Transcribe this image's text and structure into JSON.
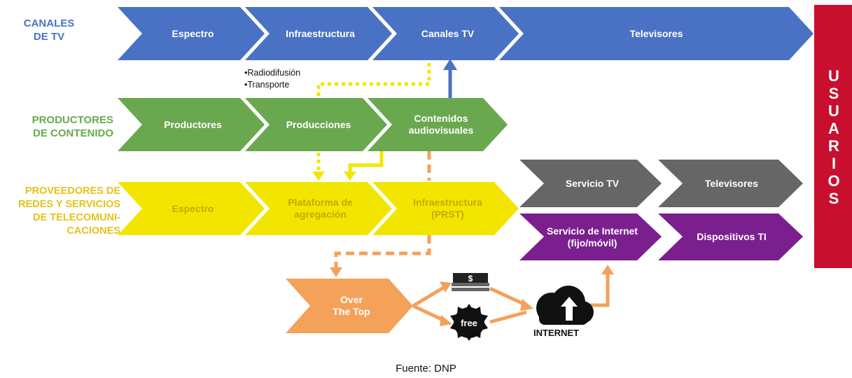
{
  "rows": {
    "canales_tv": "CANALES\nDE TV",
    "productores": "PRODUCTORES\nDE CONTENIDO",
    "proveedores": "PROVEEDORES DE\nREDES Y SERVICIOS\nDE TELECOMUNI-\nCACIONES"
  },
  "tv_chain": [
    "Espectro",
    "Infraestructura",
    "Canales TV",
    "Televisores"
  ],
  "content_chain": [
    "Productores",
    "Producciones",
    "Contenidos\naudiovisuales"
  ],
  "network_chain": [
    "Espectro",
    "Plataforma de\nagregación",
    "Infraestructura\n(PRST)"
  ],
  "services": {
    "tv": "Servicio TV",
    "tv_devices": "Televisores",
    "internet": "Servicio de Internet\n(fijo/móvil)",
    "internet_devices": "Dispositivos TI"
  },
  "notes": "•Radiodifusión\n•Transporte",
  "ott": "Over\nThe Top",
  "paid_symbol": "$",
  "free_label": "free",
  "internet_label": "INTERNET",
  "users_letters": [
    "U",
    "S",
    "U",
    "A",
    "R",
    "I",
    "O",
    "S"
  ],
  "source": "Fuente: DNP",
  "colors": {
    "blue": "#4a72c4",
    "green": "#6aa84f",
    "yellow": "#f2e600",
    "gray": "#666666",
    "purple": "#7b1f8f",
    "orange": "#f4a15a",
    "red": "#c8102e",
    "yellow_label": "#e6c21a"
  }
}
